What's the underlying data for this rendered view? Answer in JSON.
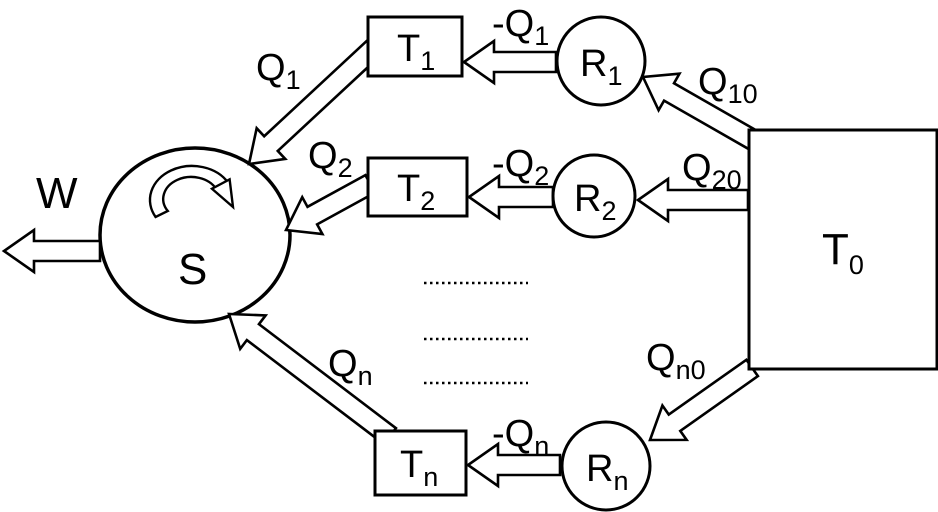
{
  "diagram": {
    "work_label": "W",
    "system_label": "S",
    "reservoir": {
      "base": "T",
      "sub": "0"
    },
    "branches": [
      {
        "q": {
          "base": "Q",
          "sub": "1"
        },
        "t": {
          "base": "T",
          "sub": "1"
        },
        "nq": {
          "base": "-Q",
          "sub": "1"
        },
        "r": {
          "base": "R",
          "sub": "1"
        },
        "q0": {
          "base": "Q",
          "sub": "10"
        }
      },
      {
        "q": {
          "base": "Q",
          "sub": "2"
        },
        "t": {
          "base": "T",
          "sub": "2"
        },
        "nq": {
          "base": "-Q",
          "sub": "2"
        },
        "r": {
          "base": "R",
          "sub": "2"
        },
        "q0": {
          "base": "Q",
          "sub": "20"
        }
      },
      {
        "q": {
          "base": "Q",
          "sub": "n"
        },
        "t": {
          "base": "T",
          "sub": "n"
        },
        "nq": {
          "base": "-Q",
          "sub": "n"
        },
        "r": {
          "base": "R",
          "sub": "n"
        },
        "q0": {
          "base": "Q",
          "sub": "n0"
        }
      }
    ]
  }
}
